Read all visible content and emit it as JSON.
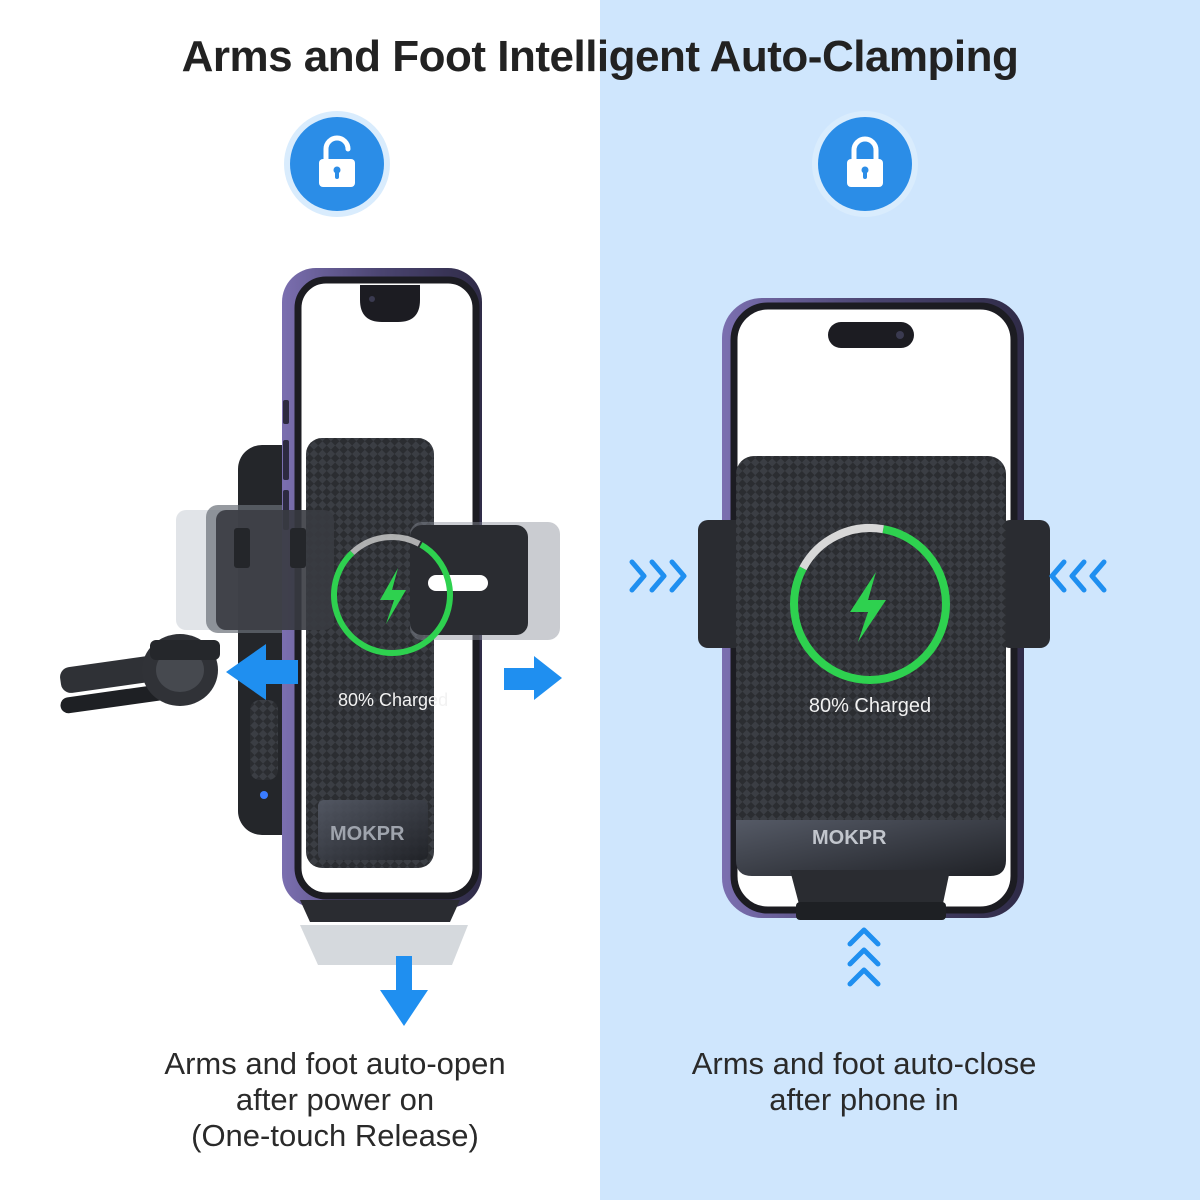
{
  "headline": "Arms and Foot Intelligent Auto-Clamping",
  "colors": {
    "accent_blue": "#2b8de7",
    "arrow_blue": "#1f8ff0",
    "right_panel_bg": "#cfe6fd",
    "charge_green": "#2ed14f",
    "pad_dark": "#2a2c30"
  },
  "left_panel": {
    "lock_icon": "unlocked-padlock-icon",
    "charge_label": "80% Charged",
    "brand_label": "MOKPR",
    "caption": [
      "Arms and foot auto-open",
      "after power on",
      "(One-touch Release)"
    ]
  },
  "right_panel": {
    "lock_icon": "locked-padlock-icon",
    "charge_label": "80% Charged",
    "brand_label": "MOKPR",
    "caption": [
      "Arms and foot auto-close",
      "after phone in"
    ]
  }
}
